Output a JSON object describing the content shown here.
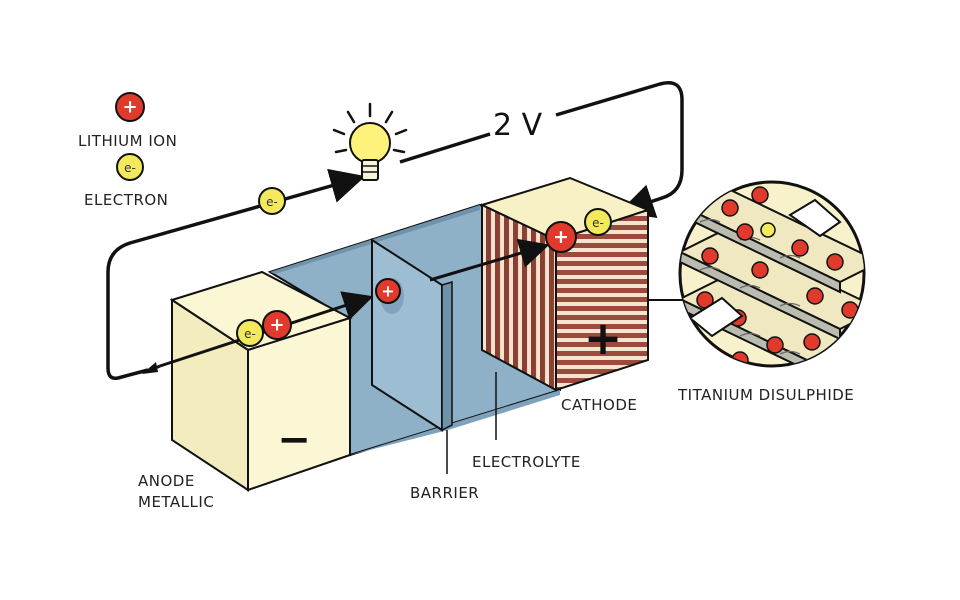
{
  "legend": {
    "ion_symbol": "+",
    "ion_label": "LITHIUM ION",
    "electron_symbol": "e-",
    "electron_label": "ELECTRON"
  },
  "voltage": "2 V",
  "anode": {
    "sign": "−",
    "label_line1": "ANODE",
    "label_line2": "METALLIC"
  },
  "cathode": {
    "sign": "+",
    "label": "CATHODE"
  },
  "barrier_label": "BARRIER",
  "electrolyte_label": "ELECTROLYTE",
  "detail_label": "TITANIUM DISULPHIDE",
  "particles": {
    "ion": "+",
    "electron": "e-"
  },
  "colors": {
    "ion": "#e03a2c",
    "electron": "#f2ea5c",
    "electrolyte": "#8fb1c8",
    "anode": "#fbf6d4",
    "cathode_stripe": "#9b4a3c",
    "bulb_glow": "#fff27a"
  }
}
